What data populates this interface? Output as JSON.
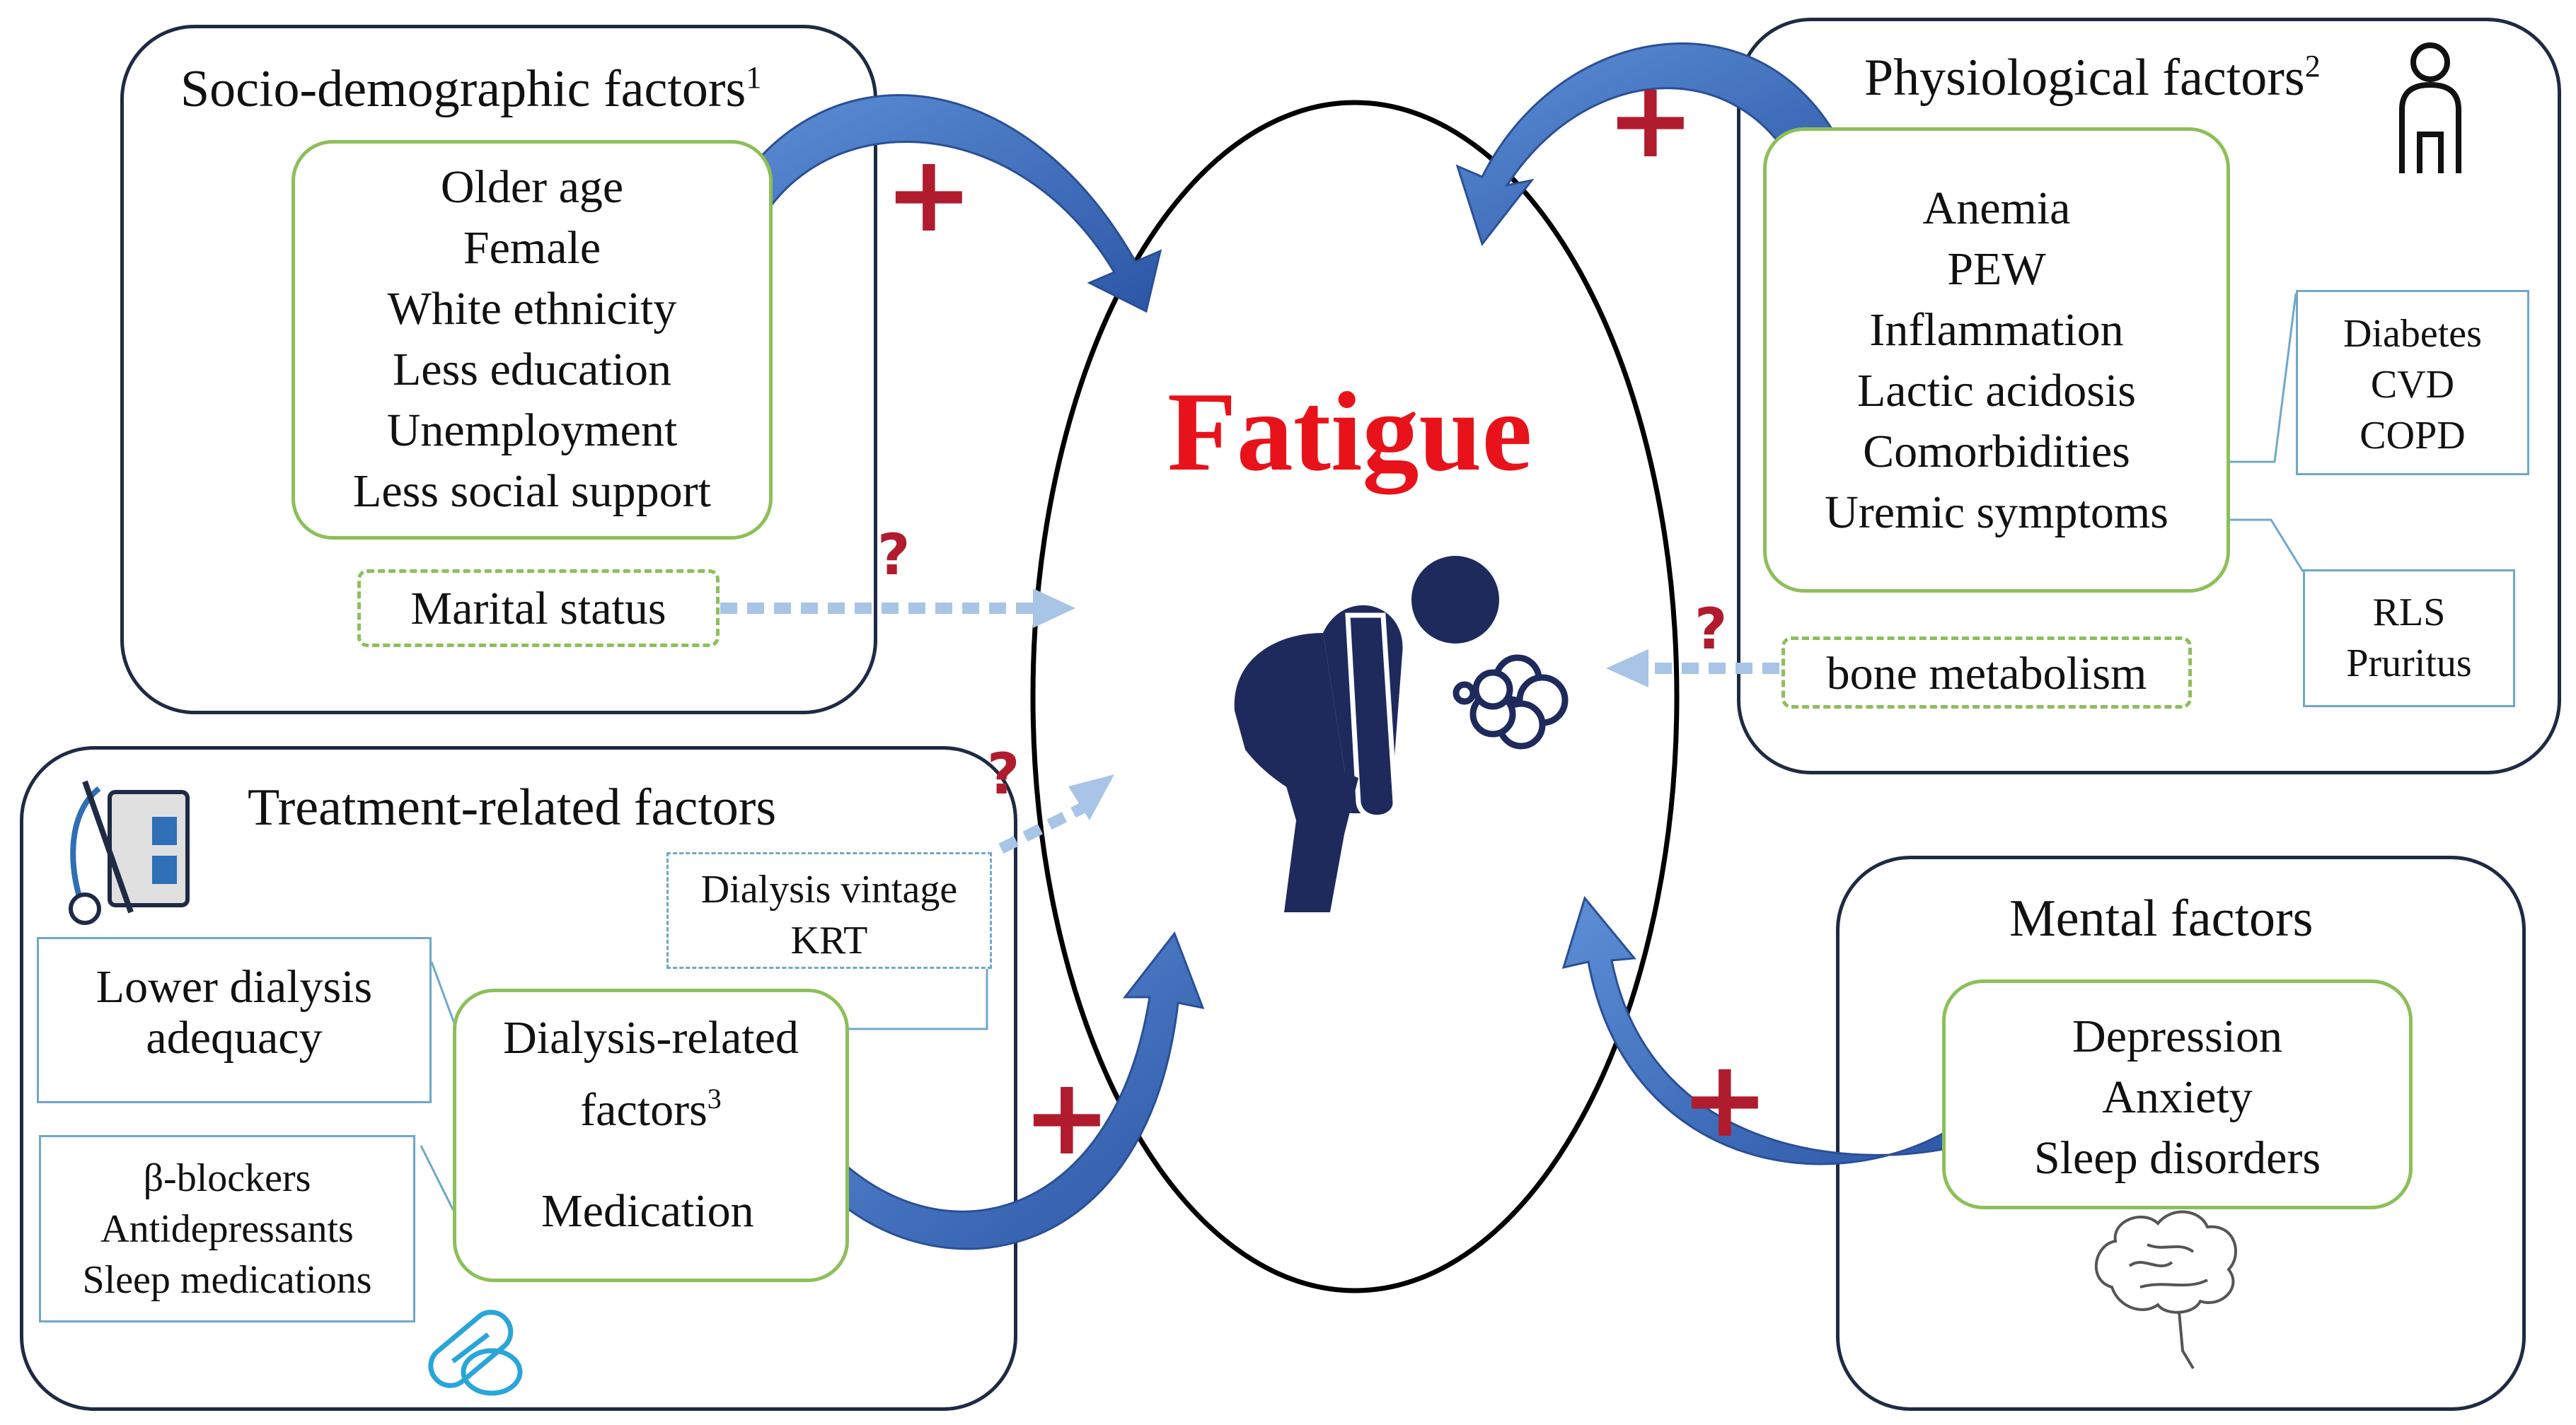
{
  "center": {
    "title": "Fatigue"
  },
  "socio": {
    "title": "Socio-demographic factors",
    "title_sup": "1",
    "items": [
      "Older age",
      "Female",
      "White ethnicity",
      "Less education",
      "Unemployment",
      "Less social support"
    ],
    "uncertain": "Marital status"
  },
  "physio": {
    "title": "Physiological factors",
    "title_sup": "2",
    "items": [
      "Anemia",
      "PEW",
      "Inflammation",
      "Lactic acidosis",
      "Comorbidities",
      "Uremic symptoms"
    ],
    "comorbidities": [
      "Diabetes",
      "CVD",
      "COPD"
    ],
    "uremic": [
      "RLS",
      "Pruritus"
    ],
    "uncertain": "bone metabolism"
  },
  "treatment": {
    "title": "Treatment-related factors",
    "dialysis_label": "Dialysis-related",
    "dialysis_label2": "factors",
    "dialysis_sup": "3",
    "medication_label": "Medication",
    "adequacy": [
      "Lower dialysis",
      "adequacy"
    ],
    "meds": [
      "β-blockers",
      "Antidepressants",
      "Sleep medications"
    ],
    "uncertain": [
      "Dialysis vintage",
      "KRT"
    ]
  },
  "mental": {
    "title": "Mental factors",
    "items": [
      "Depression",
      "Anxiety",
      "Sleep disorders"
    ]
  },
  "symbols": {
    "plus": "+",
    "question": "?"
  },
  "colors": {
    "title_red": "#e8121a",
    "arrow_blue": "#3a68b8",
    "dotted_blue": "#a8c4e6",
    "green_border": "#8dbf5a",
    "panel_border": "#1f2a44",
    "figure_navy": "#1e2a5c",
    "plus_red": "#b01c2e"
  }
}
